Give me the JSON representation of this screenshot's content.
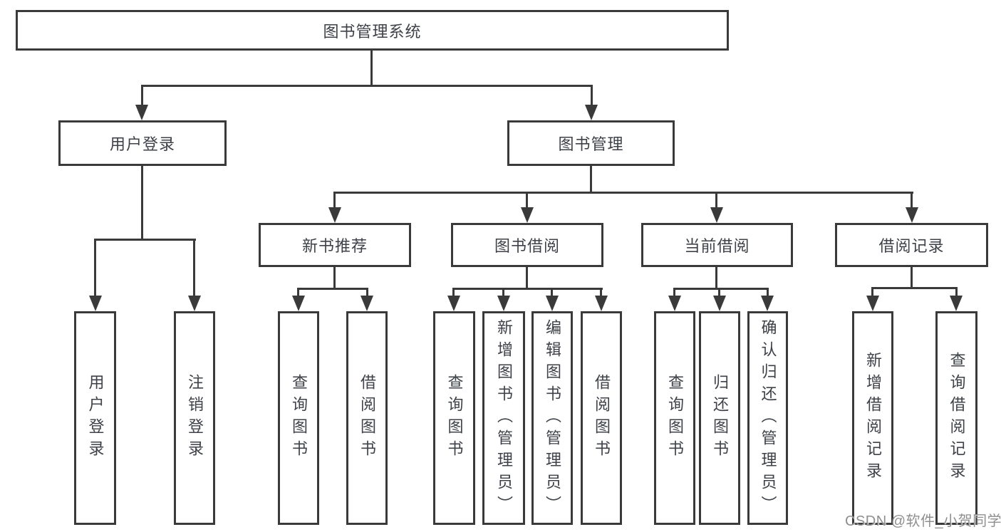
{
  "tree": {
    "label": "图书管理系统",
    "children": [
      {
        "label": "用户登录",
        "children": [
          {
            "label": "用户登录"
          },
          {
            "label": "注销登录"
          }
        ]
      },
      {
        "label": "图书管理",
        "children": [
          {
            "label": "新书推荐",
            "children": [
              {
                "label": "查询图书"
              },
              {
                "label": "借阅图书"
              }
            ]
          },
          {
            "label": "图书借阅",
            "children": [
              {
                "label": "查询图书"
              },
              {
                "label": "新增图书（管理员）"
              },
              {
                "label": "编辑图书（管理员）"
              },
              {
                "label": "借阅图书"
              }
            ]
          },
          {
            "label": "当前借阅",
            "children": [
              {
                "label": "查询图书"
              },
              {
                "label": "归还图书"
              },
              {
                "label": "确认归还（管理员）"
              }
            ]
          },
          {
            "label": "借阅记录",
            "children": [
              {
                "label": "新增借阅记录"
              },
              {
                "label": "查询借阅记录"
              }
            ]
          }
        ]
      }
    ]
  },
  "watermark": "CSDN @软件_小贺同学",
  "colors": {
    "line": "#3a3a3a",
    "text": "#3e4147",
    "watermark": "#8f8f8f",
    "background": "#ffffff"
  }
}
